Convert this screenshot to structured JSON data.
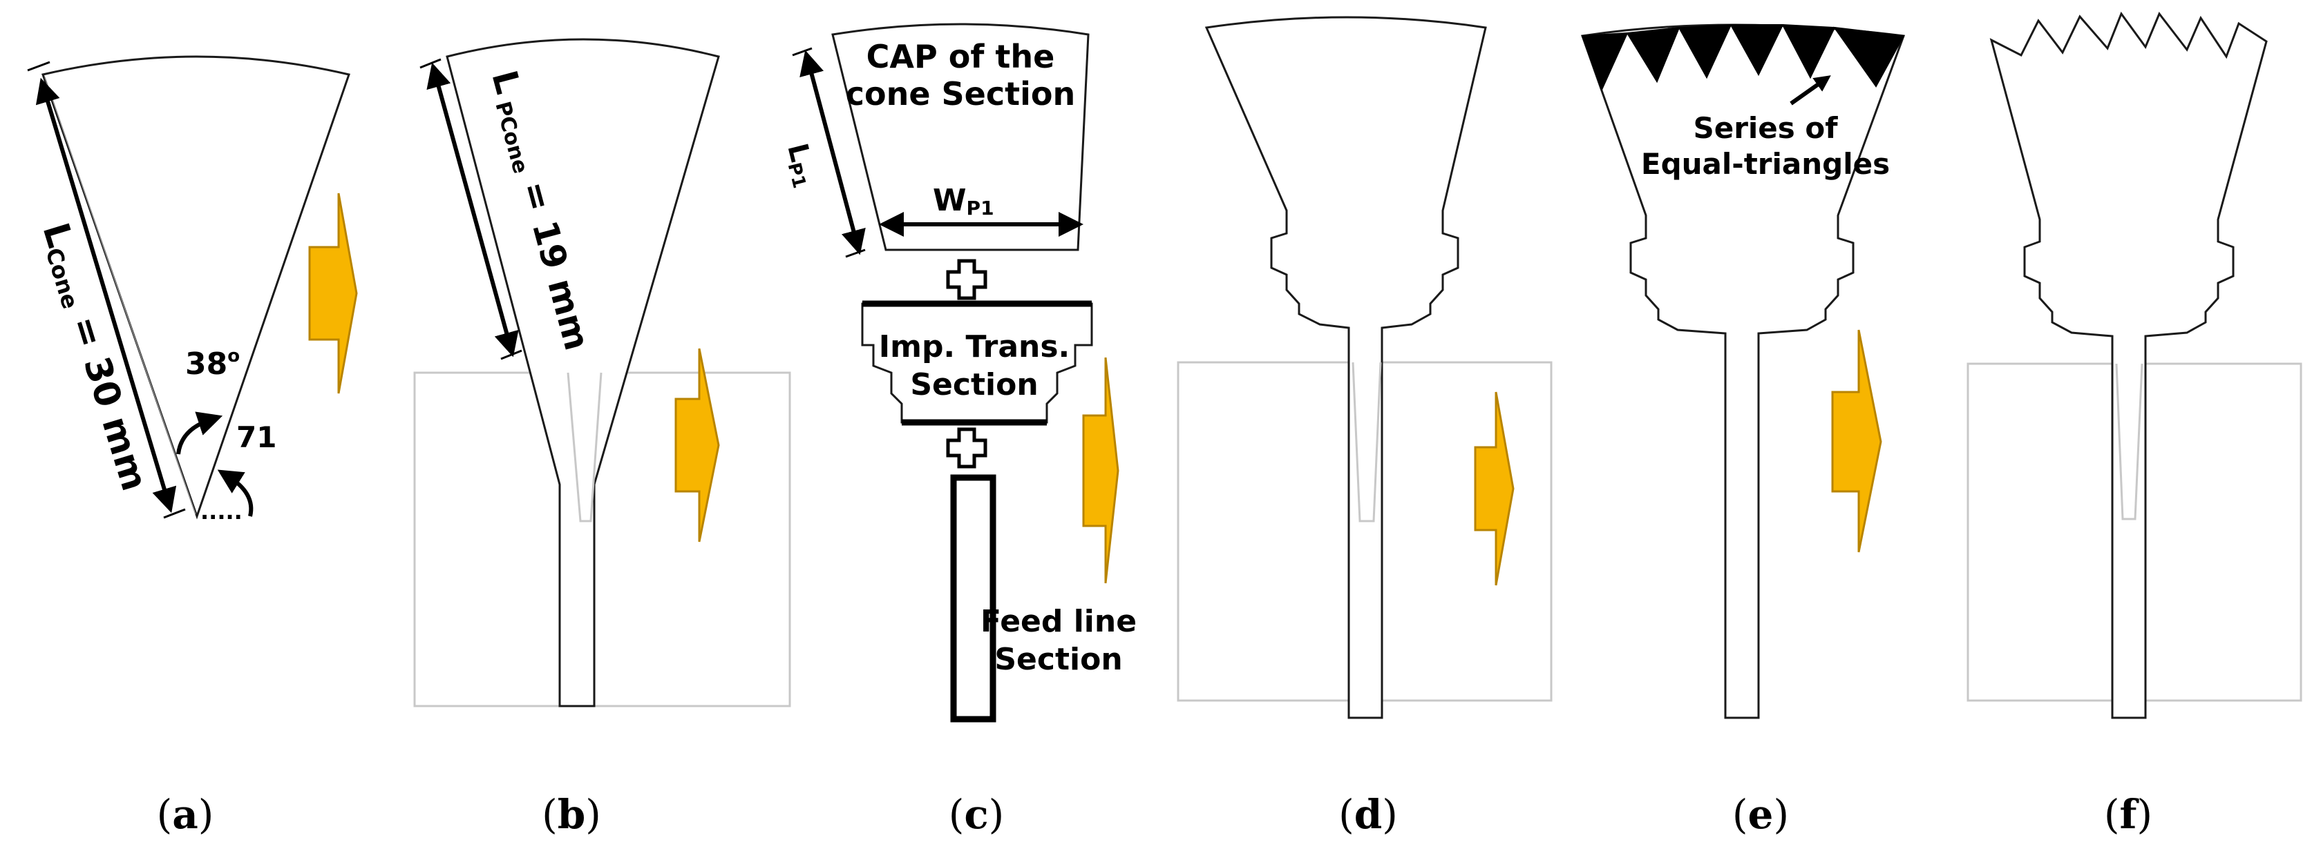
{
  "panels": [
    {
      "id": "a",
      "caption_open": "(",
      "caption_letter": "a",
      "caption_close": ")"
    },
    {
      "id": "b",
      "caption_open": "(",
      "caption_letter": "b",
      "caption_close": ")"
    },
    {
      "id": "c",
      "caption_open": "(",
      "caption_letter": "c",
      "caption_close": ")"
    },
    {
      "id": "d",
      "caption_open": "(",
      "caption_letter": "d",
      "caption_close": ")"
    },
    {
      "id": "e",
      "caption_open": "(",
      "caption_letter": "e",
      "caption_close": ")"
    },
    {
      "id": "f",
      "caption_open": "(",
      "caption_letter": "f",
      "caption_close": ")"
    }
  ],
  "panel_a": {
    "length_label_L": "L",
    "length_label_sub": "Cone",
    "length_label_value": " = 30 mm",
    "angle_label": "38",
    "angle_label_sup": "o",
    "angle2_label": "71",
    "dots": "....."
  },
  "panel_b": {
    "length_label_L": "L",
    "length_label_sub": " PCone",
    "length_label_value": " = 19 mm"
  },
  "panel_c": {
    "cap_line1": "CAP of the",
    "cap_line2": "cone Section",
    "lp1_L": "L",
    "lp1_sub": "P1",
    "wp1_W": "W",
    "wp1_sub": "P1",
    "imp_line1": "Imp. Trans.",
    "imp_line2": "Section",
    "feed_line1": "Feed line",
    "feed_line2": "Section"
  },
  "panel_e": {
    "triangles_line1": "Series of",
    "triangles_line2": "Equal-triangles"
  },
  "colors": {
    "flow_arrow": "#f7b500",
    "outline": "#1a1a1a",
    "ground_box": "#c8c8c8"
  }
}
